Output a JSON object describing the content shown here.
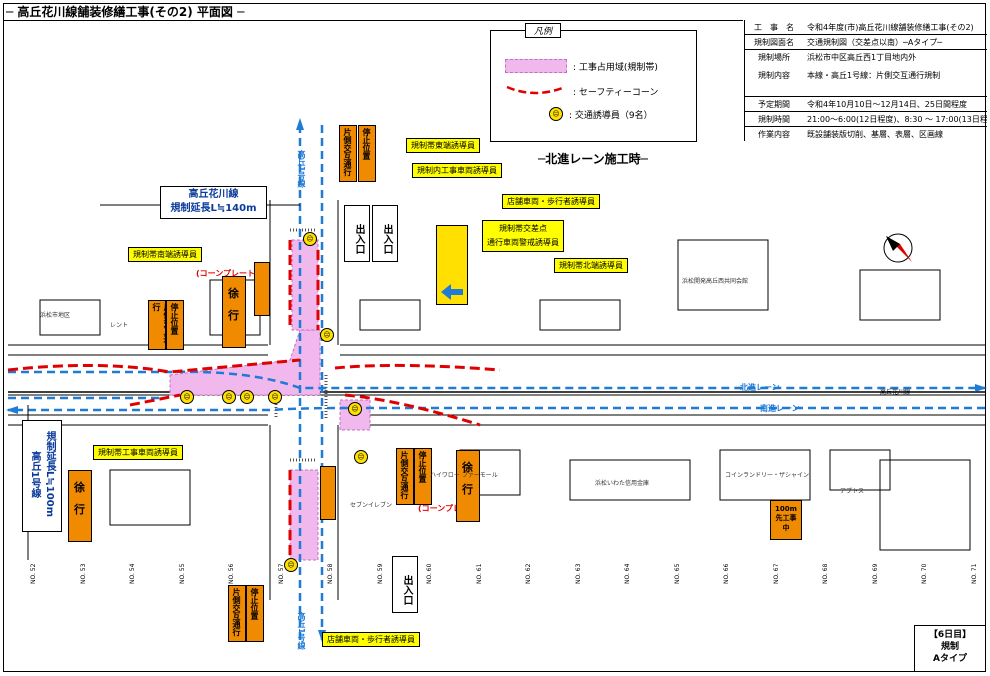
{
  "title": "─ 高丘花川線舗装修繕工事(その2) 平面図 ─",
  "info": [
    {
      "k": "工　事　名",
      "v": "令和4年度(市)高丘花川線舗装修繕工事(その2)"
    },
    {
      "k": "規制図面名",
      "v": "交通規制図（交差点以南）─Aタイプ─"
    },
    {
      "k": "規制場所",
      "v": "浜松市中区高丘西1丁目地内外"
    },
    {
      "k": "規制内容",
      "v": "本線・高丘1号線：片側交互通行規制"
    },
    {
      "k": "予定期間",
      "v": "令和4年10月10日～12月14日、25日間程度"
    },
    {
      "k": "規制時間",
      "v": "21:00～6:00(12日程度)、8:30 ～ 17:00(13日程度)"
    },
    {
      "k": "作業内容",
      "v": "既設舗装版切削、基層、表層、区画線"
    }
  ],
  "legend": {
    "title": "凡例",
    "items": [
      ": 工事占用域(規制帯)",
      ": セーフティーコーン",
      ": 交通誘導員（9名）"
    ]
  },
  "phase_label": "─北進レーン施工時─",
  "road_name_box": {
    "line1": "高丘花川線",
    "line2": "規制延長L≒140m"
  },
  "side_road_box": {
    "line1": "高丘1号線",
    "line2": "規制延長L≒100m"
  },
  "callouts": [
    "規制帯東端誘導員",
    "規制内工事車両誘導員",
    "店舗車両・歩行者誘導員",
    "規制帯交差点",
    "通行車両警戒誘導員",
    "規制帯北端誘導員",
    "規制帯南端誘導員",
    "規制帯工事車両誘導員",
    "店舗車両・歩行者誘導員"
  ],
  "cone_plate": "(コーンプレート)",
  "signs": {
    "slow": "徐\n行",
    "stop": "停止位置",
    "alternate": "片側交互通行",
    "exit": "出入口",
    "speed": "100m先工事中"
  },
  "lane_north": "北進レーン",
  "lane_south": "南進レーン",
  "road_side_label": "高丘1号線",
  "main_road_label": "高丘花川線",
  "stations": [
    "NO. 52",
    "NO. 53",
    "NO. 54",
    "NO. 55",
    "NO. 56",
    "NO. 57",
    "NO. 58",
    "NO. 59",
    "NO. 60",
    "NO. 61",
    "NO. 62",
    "NO. 63",
    "NO. 64",
    "NO. 65",
    "NO. 66",
    "NO. 67",
    "NO. 68",
    "NO. 69",
    "NO. 70",
    "NO. 71"
  ],
  "day_box": {
    "line1": "【6日目】",
    "line2": "規制",
    "line3": "Aタイプ"
  },
  "buildings": [
    "浜松市地区",
    "レント",
    "浜松開発高丘西共同会館",
    "セブンイレブン",
    "ハイワロー ファーモール",
    "浜松いわた信用金庫",
    "コインランドリー・ザシャイン",
    "アプトス"
  ],
  "colors": {
    "pink": "#f0b8ec",
    "orange": "#f08a00",
    "yellow": "#ffff00",
    "blue": "#1f7bd6",
    "red": "#e00000"
  }
}
